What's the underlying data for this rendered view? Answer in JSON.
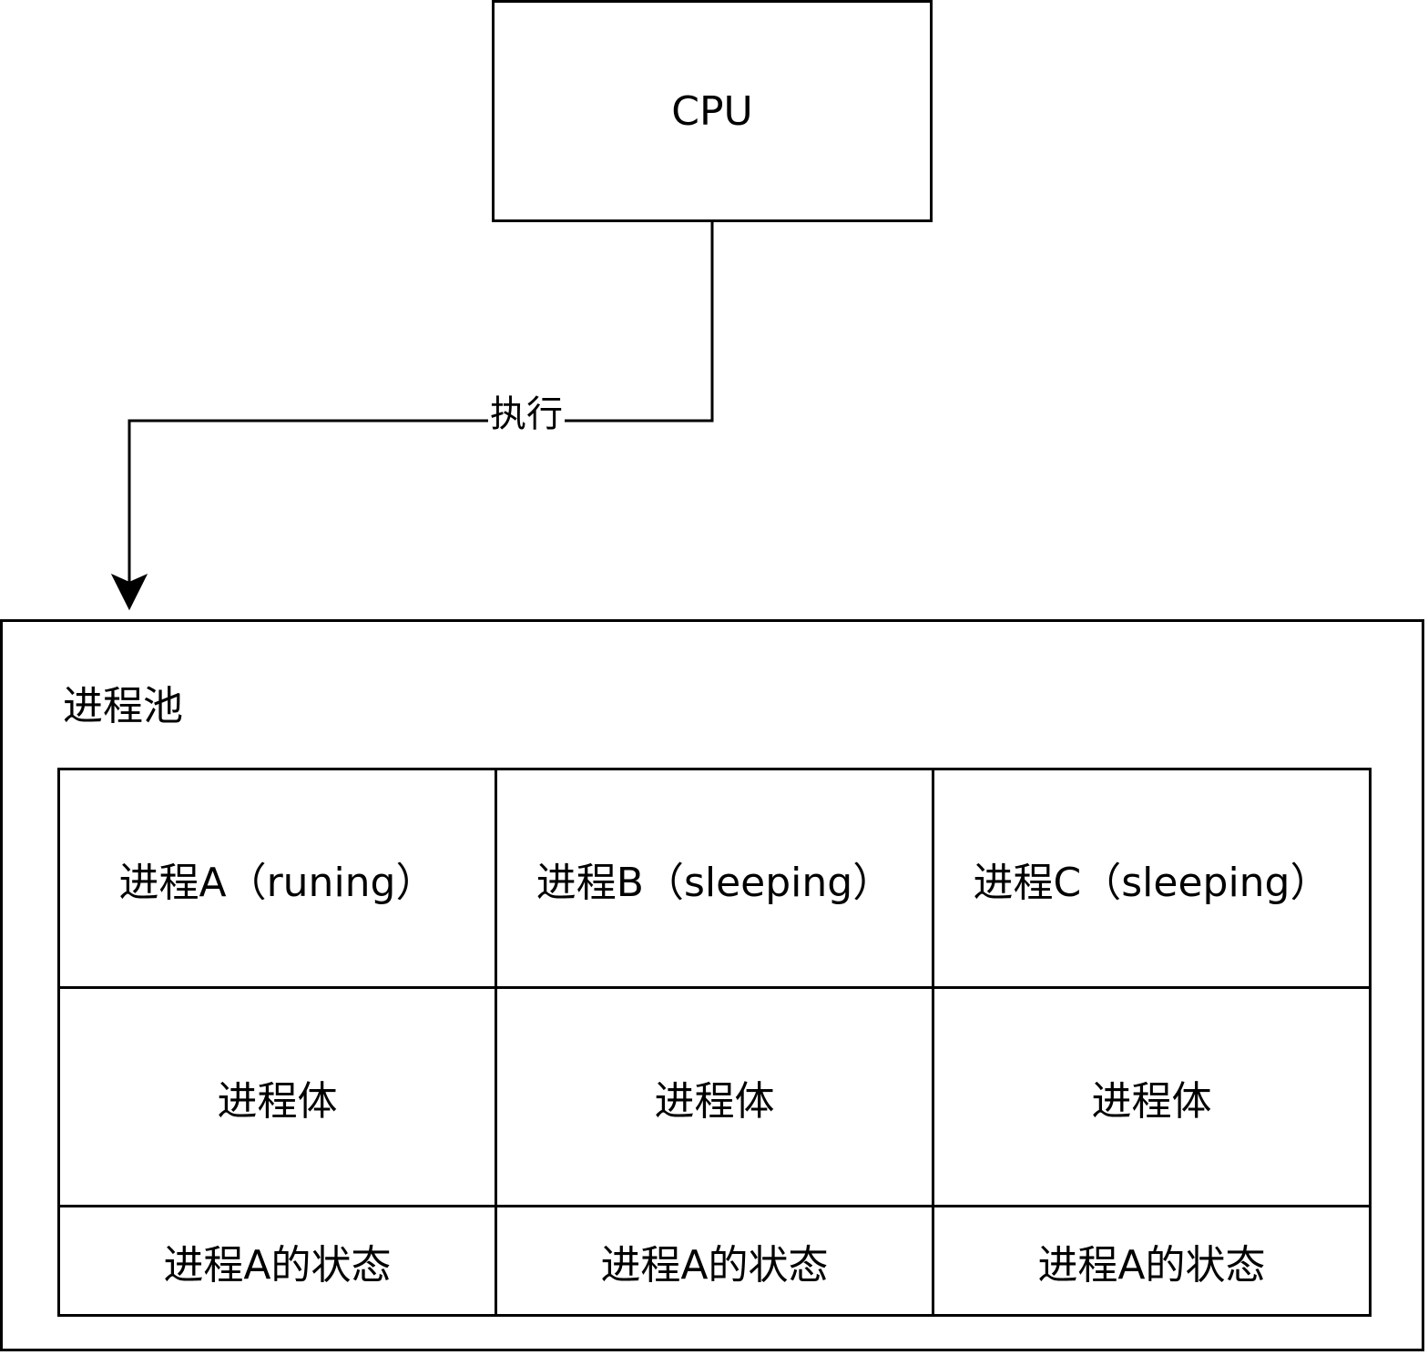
{
  "cpu": {
    "label": "CPU"
  },
  "edge": {
    "label": "执行"
  },
  "pool": {
    "title": "进程池",
    "processes": [
      {
        "header": "进程A（runing）",
        "body": "进程体",
        "state": "进程A的状态"
      },
      {
        "header": "进程B（sleeping）",
        "body": "进程体",
        "state": "进程A的状态"
      },
      {
        "header": "进程C（sleeping）",
        "body": "进程体",
        "state": "进程A的状态"
      }
    ]
  },
  "colors": {
    "stroke": "#000000",
    "background": "#ffffff"
  }
}
